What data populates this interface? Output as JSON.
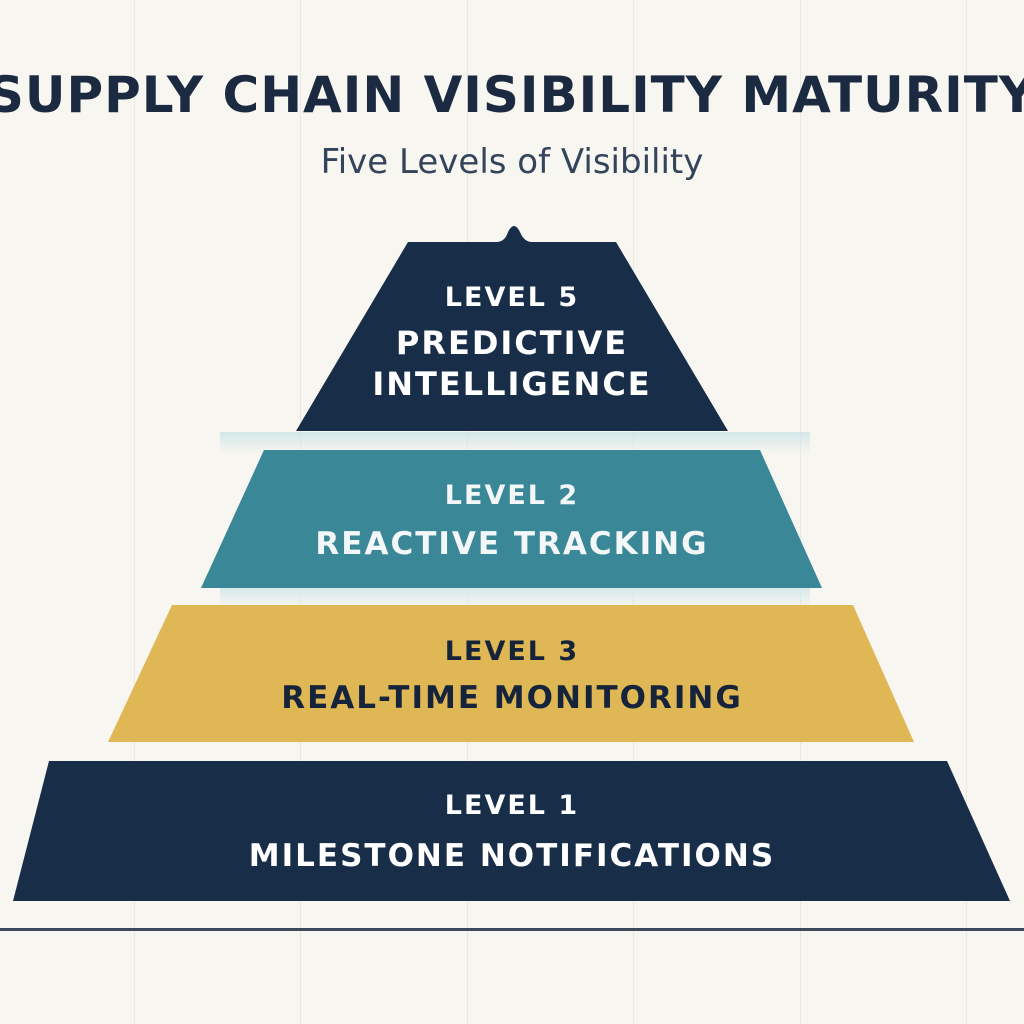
{
  "header": {
    "title": "SUPPLY CHAIN VISIBILITY MATURITY",
    "subtitle": "Five Levels of Visibility"
  },
  "pyramid": [
    {
      "level": "LEVEL 5",
      "line1": "PREDICTIVE",
      "line2": "INTELLIGENCE",
      "color": "#172d48",
      "text_color": "#ffffff"
    },
    {
      "level": "LEVEL 2",
      "line1": "REACTIVE TRACKING",
      "color": "#3a8798",
      "text_color": "#f4f7f7"
    },
    {
      "level": "LEVEL 3",
      "line1": "REAL-TIME MONITORING",
      "color": "#e0b755",
      "text_color": "#15243a"
    },
    {
      "level": "LEVEL 1",
      "line1": "MILESTONE NOTIFICATIONS",
      "color": "#172d48",
      "text_color": "#ffffff"
    }
  ],
  "colors": {
    "background": "#f8f6f1",
    "navy": "#172d48",
    "teal": "#3a8798",
    "gold": "#e0b755"
  }
}
